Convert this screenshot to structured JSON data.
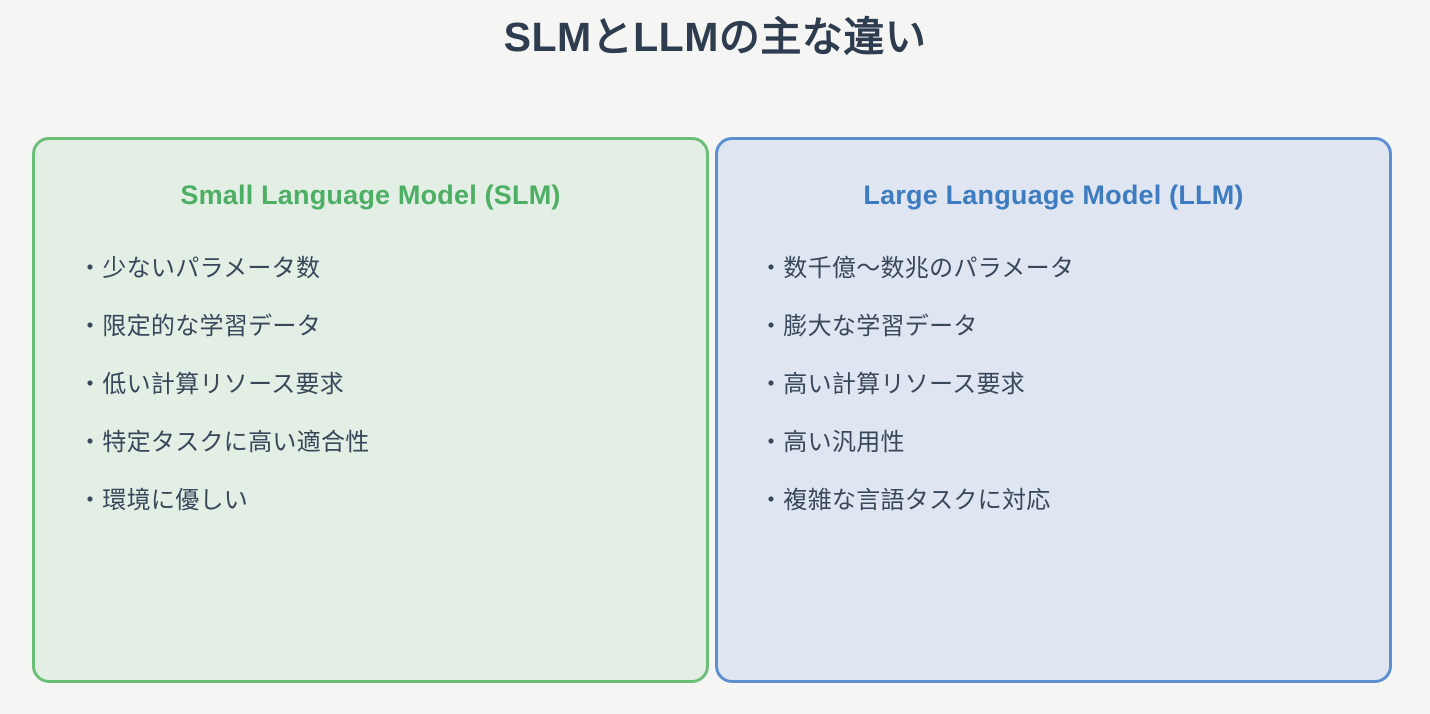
{
  "page": {
    "title": "SLMとLLMの主な違い",
    "background_color": "#f5f5f4",
    "title_color": "#2d3c4e"
  },
  "cards": [
    {
      "id": "slm",
      "header": "Small Language Model (SLM)",
      "header_color": "#4caf63",
      "border_color": "#6abf76",
      "background_color": "#e3eee4",
      "features": [
        "・少ないパラメータ数",
        "・限定的な学習データ",
        "・低い計算リソース要求",
        "・特定タスクに高い適合性",
        "・環境に優しい"
      ]
    },
    {
      "id": "llm",
      "header": "Large Language Model (LLM)",
      "header_color": "#3d7cc0",
      "border_color": "#5b8fd0",
      "background_color": "#dfe5f1",
      "features": [
        "・数千億〜数兆のパラメータ",
        "・膨大な学習データ",
        "・高い計算リソース要求",
        "・高い汎用性",
        "・複雑な言語タスクに対応"
      ]
    }
  ]
}
